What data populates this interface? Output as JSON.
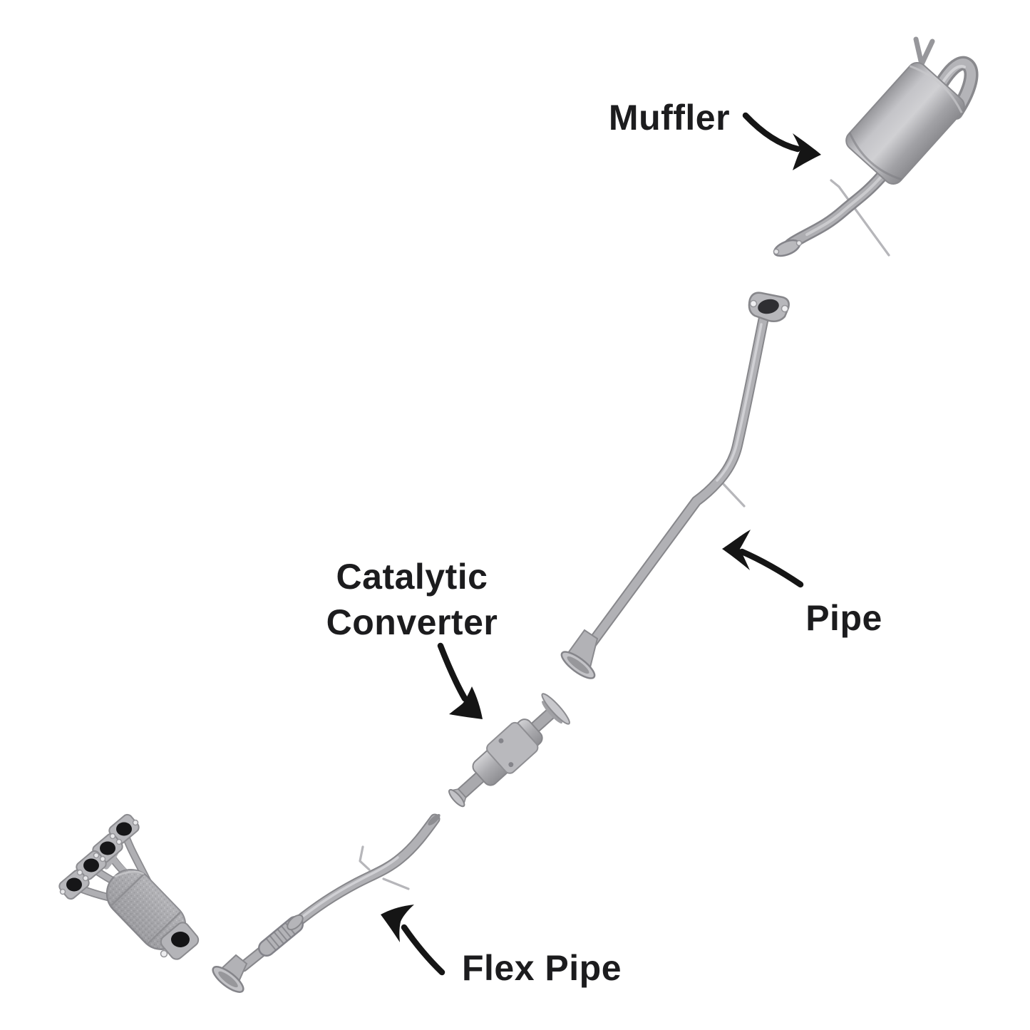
{
  "diagram": {
    "background_color": "#ffffff",
    "text_color": "#1c1c1e",
    "arrow_color": "#151515",
    "metal_color": "#a9a9ad",
    "parts": [
      {
        "name": "exhaust-manifold-catalytic-converter",
        "labeled": false,
        "label": ""
      },
      {
        "name": "flex-pipe",
        "labeled": true,
        "label": "Flex Pipe"
      },
      {
        "name": "catalytic-converter",
        "labeled": true,
        "label": "Catalytic Converter"
      },
      {
        "name": "pipe",
        "labeled": true,
        "label": "Pipe"
      },
      {
        "name": "muffler",
        "labeled": true,
        "label": "Muffler"
      }
    ]
  },
  "labels": {
    "muffler": "Muffler",
    "pipe": "Pipe",
    "catalytic_line1": "Catalytic",
    "catalytic_line2": "Converter",
    "flex_pipe": "Flex Pipe"
  }
}
